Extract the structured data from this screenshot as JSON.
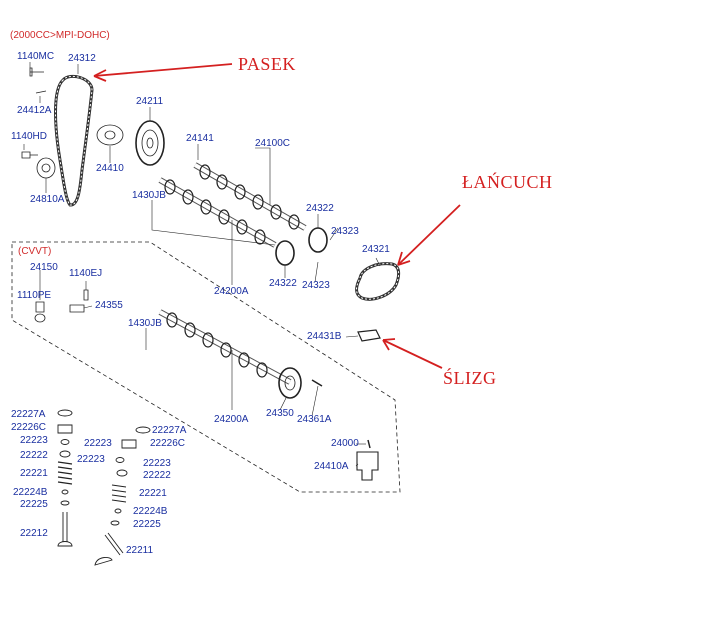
{
  "header": {
    "engine": "(2000CC>MPI-DOHC)",
    "cvvt": "(CVVT)"
  },
  "annotations": {
    "belt": "PASEK",
    "chain": "ŁAŃCUCH",
    "slide": "ŚLIZG",
    "color": "#d42020"
  },
  "colors": {
    "label": "#1a2fa0",
    "header": "#d12a2a",
    "line": "#222222"
  },
  "labels": [
    {
      "id": "1140MC",
      "text": "1140MC"
    },
    {
      "id": "24312",
      "text": "24312"
    },
    {
      "id": "24412A",
      "text": "24412A"
    },
    {
      "id": "24211",
      "text": "24211"
    },
    {
      "id": "1140HD",
      "text": "1140HD"
    },
    {
      "id": "24410",
      "text": "24410"
    },
    {
      "id": "24810A",
      "text": "24810A"
    },
    {
      "id": "24141",
      "text": "24141"
    },
    {
      "id": "24100C",
      "text": "24100C"
    },
    {
      "id": "1430JB_top",
      "text": "1430JB"
    },
    {
      "id": "24322_top",
      "text": "24322"
    },
    {
      "id": "24323_top",
      "text": "24323"
    },
    {
      "id": "24321",
      "text": "24321"
    },
    {
      "id": "24322_mid",
      "text": "24322"
    },
    {
      "id": "24323_mid",
      "text": "24323"
    },
    {
      "id": "24200A_top",
      "text": "24200A"
    },
    {
      "id": "24150",
      "text": "24150"
    },
    {
      "id": "1140EJ",
      "text": "1140EJ"
    },
    {
      "id": "1110PE",
      "text": "1110PE"
    },
    {
      "id": "24355",
      "text": "24355"
    },
    {
      "id": "1430JB_low",
      "text": "1430JB"
    },
    {
      "id": "24431B",
      "text": "24431B"
    },
    {
      "id": "24200A_low",
      "text": "24200A"
    },
    {
      "id": "24350",
      "text": "24350"
    },
    {
      "id": "24361A",
      "text": "24361A"
    },
    {
      "id": "24000",
      "text": "24000"
    },
    {
      "id": "24410A",
      "text": "24410A"
    },
    {
      "id": "22227A_l",
      "text": "22227A"
    },
    {
      "id": "22226C_l",
      "text": "22226C"
    },
    {
      "id": "22223_l",
      "text": "22223"
    },
    {
      "id": "22223_m",
      "text": "22223"
    },
    {
      "id": "22222_l",
      "text": "22222"
    },
    {
      "id": "22221_l",
      "text": "22221"
    },
    {
      "id": "22224B_l",
      "text": "22224B"
    },
    {
      "id": "22225_l",
      "text": "22225"
    },
    {
      "id": "22212",
      "text": "22212"
    },
    {
      "id": "22227A_r",
      "text": "22227A"
    },
    {
      "id": "22226C_r",
      "text": "22226C"
    },
    {
      "id": "22223_r",
      "text": "22223"
    },
    {
      "id": "22223_r2",
      "text": "22223"
    },
    {
      "id": "22222_r",
      "text": "22222"
    },
    {
      "id": "22221_r",
      "text": "22221"
    },
    {
      "id": "22224B_r",
      "text": "22224B"
    },
    {
      "id": "22225_r",
      "text": "22225"
    },
    {
      "id": "22211",
      "text": "22211"
    }
  ]
}
